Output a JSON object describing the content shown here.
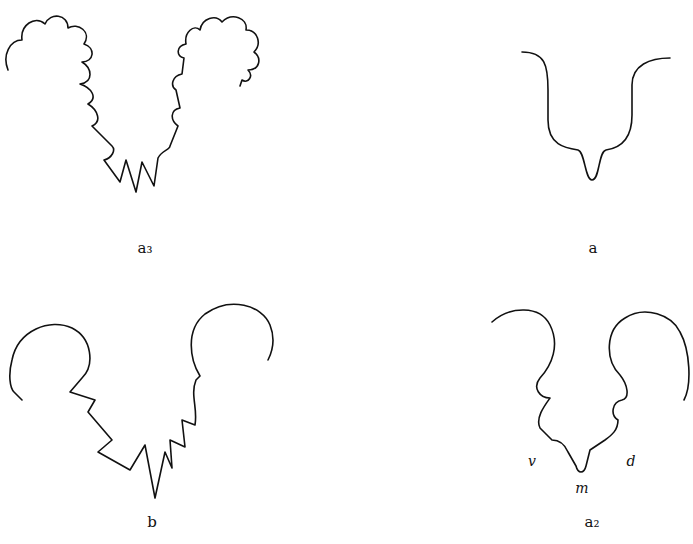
{
  "diagram": {
    "labels": [
      "a₃",
      "a",
      "b",
      "a₂",
      "v",
      "m",
      "d"
    ]
  }
}
